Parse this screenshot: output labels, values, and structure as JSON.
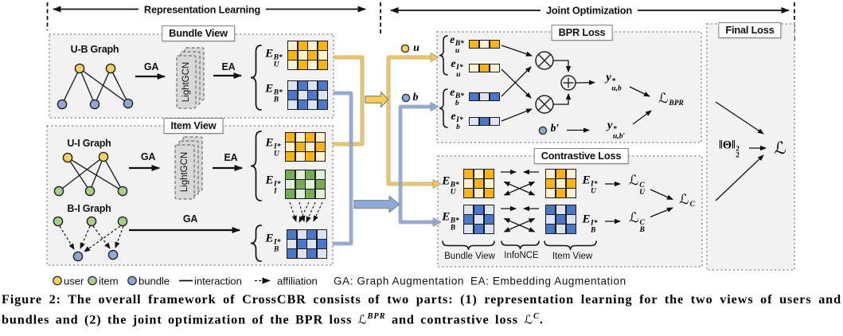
{
  "header": {
    "left_span": "Representation Learning",
    "right_span": "Joint Optimization"
  },
  "bundle_view": {
    "title": "Bundle View",
    "graph_label": "U-B Graph",
    "ga": "GA",
    "ea": "EA",
    "lightgcn": "LightGCN",
    "emb_user": {
      "base": "E",
      "sup": "B*",
      "sub": "U"
    },
    "emb_bundle": {
      "base": "E",
      "sup": "B*",
      "sub": "B"
    }
  },
  "item_view": {
    "title": "Item View",
    "ui_graph_label": "U-I Graph",
    "bi_graph_label": "B-I Graph",
    "ga1": "GA",
    "ea": "EA",
    "ga2": "GA",
    "lightgcn": "LightGCN",
    "emb_user": {
      "base": "E",
      "sup": "I*",
      "sub": "U"
    },
    "emb_item": {
      "base": "E",
      "sup": "I*",
      "sub": "I"
    },
    "emb_bundle": {
      "base": "E",
      "sup": "I*",
      "sub": "B"
    }
  },
  "mid_nodes": {
    "u": "u",
    "b": "b"
  },
  "bpr": {
    "title": "BPR Loss",
    "e_u_bundle": {
      "base": "e",
      "sup": "B*",
      "sub": "u"
    },
    "e_u_item": {
      "base": "e",
      "sup": "I*",
      "sub": "u"
    },
    "e_b_bundle": {
      "base": "e",
      "sup": "B*",
      "sub": "b"
    },
    "e_b_item": {
      "base": "e",
      "sup": "I*",
      "sub": "b"
    },
    "y_ub": {
      "base": "y",
      "sup": "*",
      "sub": "u,b"
    },
    "b_prime": "b′",
    "y_ub_prime": {
      "base": "y",
      "sup": "*",
      "sub": "u,b′"
    },
    "loss": {
      "base": "ℒ",
      "sup": "BPR"
    }
  },
  "contrastive": {
    "title": "Contrastive Loss",
    "emb_user_bundle": {
      "base": "E",
      "sup": "B*",
      "sub": "U"
    },
    "emb_user_item": {
      "base": "E",
      "sup": "I*",
      "sub": "U"
    },
    "emb_bundle_bundle": {
      "base": "E",
      "sup": "B*",
      "sub": "B"
    },
    "emb_bundle_item": {
      "base": "E",
      "sup": "I*",
      "sub": "B"
    },
    "loss_user": {
      "base": "ℒ",
      "sup": "C",
      "sub": "U"
    },
    "loss_bundle": {
      "base": "ℒ",
      "sup": "C",
      "sub": "B"
    },
    "loss": {
      "base": "ℒ",
      "sup": "C"
    },
    "underbrace_left": "Bundle View",
    "underbrace_mid": "InfoNCE",
    "underbrace_right": "Item View"
  },
  "final": {
    "title": "Final Loss",
    "reg": {
      "base": "‖Θ‖",
      "sup": "2",
      "sub": "2"
    },
    "loss": "ℒ"
  },
  "legend": {
    "user": "user",
    "item": "item",
    "bundle": "bundle",
    "interaction": "interaction",
    "affiliation": "affiliation",
    "ga": "GA: Graph Augmentation",
    "ea": "EA: Embedding Augmentation"
  },
  "caption": {
    "line1": "Figure 2: The overall framework of CrossCBR consists of two parts: (1) representation learning for the two views of users and",
    "line2_pre": "bundles and (2) the joint optimization of the BPR loss ",
    "loss1": {
      "base": "ℒ",
      "sup": "BPR"
    },
    "line2_mid": " and contrastive loss ",
    "loss2": {
      "base": "ℒ",
      "sup": "C"
    },
    "line2_end": "."
  },
  "colors": {
    "user_yellow": "#f6d25f",
    "item_green": "#a5cf8c",
    "bundle_blue": "#8fa8d8",
    "matrix_yellow_dark": "#f9b50f",
    "matrix_yellow_light": "#fdf1cf",
    "matrix_blue_dark": "#4a77c9",
    "matrix_blue_light": "#dce4f4",
    "matrix_green_dark": "#74ad51",
    "matrix_green_light": "#e1efd8",
    "connector_yellow": "#f3ca50",
    "connector_blue": "#8ea9db",
    "box_fill": "#f2f2f2",
    "box_border": "#a8a8a8"
  },
  "matrices": {
    "eub": {
      "dark": "#f9b50f",
      "light": "#fdf1cf",
      "pattern": [
        [
          0,
          1,
          0,
          1
        ],
        [
          1,
          0,
          1,
          0
        ],
        [
          0,
          1,
          0,
          1
        ]
      ]
    },
    "ebb": {
      "dark": "#4a77c9",
      "light": "#dce4f4",
      "pattern": [
        [
          0,
          1,
          0,
          1
        ],
        [
          1,
          0,
          1,
          0
        ],
        [
          0,
          1,
          0,
          1
        ]
      ]
    },
    "eui": {
      "dark": "#f9b50f",
      "light": "#fdf1cf",
      "pattern": [
        [
          1,
          0,
          1,
          0
        ],
        [
          0,
          1,
          0,
          1
        ],
        [
          1,
          0,
          1,
          0
        ]
      ]
    },
    "eii": {
      "dark": "#74ad51",
      "light": "#e1efd8",
      "pattern": [
        [
          1,
          0,
          1,
          0
        ],
        [
          0,
          1,
          0,
          1
        ],
        [
          1,
          0,
          1,
          0
        ]
      ]
    },
    "ebi": {
      "dark": "#4a77c9",
      "light": "#dce4f4",
      "pattern": [
        [
          1,
          0,
          1,
          0
        ],
        [
          0,
          1,
          0,
          1
        ],
        [
          1,
          0,
          1,
          0
        ]
      ]
    },
    "c_ub": {
      "dark": "#f9b50f",
      "light": "#fdf1cf",
      "pattern": [
        [
          1,
          0,
          1
        ],
        [
          0,
          1,
          0
        ],
        [
          1,
          0,
          1
        ]
      ]
    },
    "c_ui": {
      "dark": "#f9b50f",
      "light": "#fdf1cf",
      "pattern": [
        [
          0,
          1,
          0
        ],
        [
          1,
          0,
          1
        ],
        [
          0,
          1,
          0
        ]
      ]
    },
    "c_bb": {
      "dark": "#4a77c9",
      "light": "#dce4f4",
      "pattern": [
        [
          0,
          1,
          0
        ],
        [
          1,
          0,
          1
        ],
        [
          0,
          1,
          0
        ]
      ]
    },
    "c_bi": {
      "dark": "#4a77c9",
      "light": "#dce4f4",
      "pattern": [
        [
          1,
          0,
          1
        ],
        [
          0,
          1,
          0
        ],
        [
          1,
          0,
          1
        ]
      ]
    },
    "v_u_b": {
      "dark": "#f9b50f",
      "light": "#fdf1cf",
      "pattern": [
        [
          1,
          0,
          1
        ]
      ]
    },
    "v_u_i": {
      "dark": "#f9b50f",
      "light": "#fdf1cf",
      "pattern": [
        [
          0,
          1,
          0
        ]
      ]
    },
    "v_b_b": {
      "dark": "#4a77c9",
      "light": "#dce4f4",
      "pattern": [
        [
          1,
          0,
          1
        ]
      ]
    },
    "v_b_i": {
      "dark": "#4a77c9",
      "light": "#dce4f4",
      "pattern": [
        [
          0,
          1,
          0
        ]
      ]
    }
  }
}
